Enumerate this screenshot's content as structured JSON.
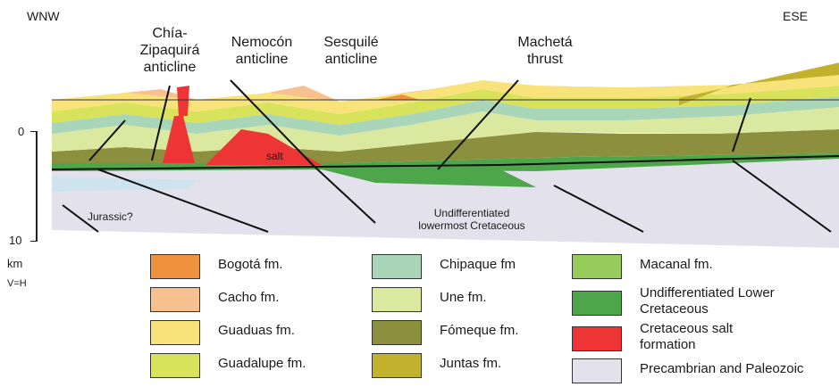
{
  "orientation": {
    "left": "WNW",
    "right": "ESE"
  },
  "structures": [
    {
      "line1": "Chía-",
      "line2": "Zipaquirá",
      "line3": "anticline"
    },
    {
      "line1": "Nemocón",
      "line2": "anticline"
    },
    {
      "line1": "Sesquilé",
      "line2": "anticline"
    },
    {
      "line1": "Machetá",
      "line2": "thrust"
    }
  ],
  "labels": {
    "salt": "salt",
    "jurassic": "Jurassic?",
    "undiff_line1": "Undifferentiated",
    "undiff_line2": "lowermost Cretaceous"
  },
  "scale": {
    "top": "0",
    "bottom": "10",
    "unit": "km",
    "ratio": "V=H"
  },
  "legend": [
    {
      "label": "Bogotá fm.",
      "color": "#f0913e"
    },
    {
      "label": "Cacho fm.",
      "color": "#f7c08e"
    },
    {
      "label": "Guaduas fm.",
      "color": "#f8e37a"
    },
    {
      "label": "Guadalupe fm.",
      "color": "#d8e25a"
    },
    {
      "label": "Chipaque fm",
      "color": "#a9d6b8"
    },
    {
      "label": "Une fm.",
      "color": "#dbe8a0"
    },
    {
      "label": "Fómeque fm.",
      "color": "#8b8f3e"
    },
    {
      "label": "Juntas fm.",
      "color": "#c2b12c"
    },
    {
      "label": "Macanal fm.",
      "color": "#96cc5a"
    },
    {
      "label": "Undifferentiated Lower Cretaceous",
      "line1": "Undifferentiated Lower",
      "line2": "Cretaceous",
      "color": "#4ea64b"
    },
    {
      "label": "Cretaceous salt formation",
      "line1": "Cretaceous salt",
      "line2": "formation",
      "color": "#ee3535"
    },
    {
      "label": "Precambrian and Paleozoic",
      "color": "#e3e2ec"
    }
  ]
}
